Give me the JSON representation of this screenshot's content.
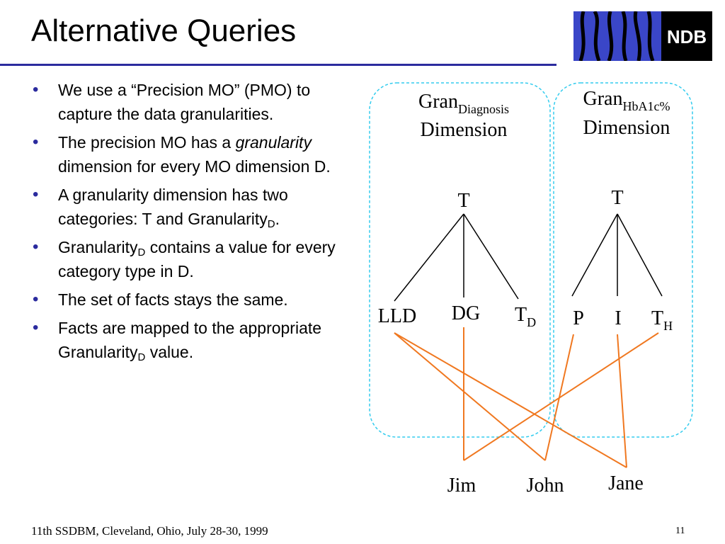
{
  "slide": {
    "title": "Alternative Queries",
    "footer": "11th SSDBM, Cleveland, Ohio, July 28-30, 1999",
    "page_number": "11"
  },
  "logo": {
    "text": "NDB"
  },
  "bullets": [
    {
      "text": "We use a “Precision MO” (PMO) to capture the data granularities."
    },
    {
      "pre": "The precision MO has a ",
      "em": "granularity",
      "post": " dimension for every MO dimension D."
    },
    {
      "pre": "A granularity dimension has two categories: T and Granularity",
      "sub": "D",
      "post": "."
    },
    {
      "pre": "Granularity",
      "sub": "D",
      "post": " contains a value for every category type in D."
    },
    {
      "text": "The set of facts stays the same."
    },
    {
      "pre": "Facts are mapped to the appropriate Granularity",
      "sub": "D",
      "post": " value."
    }
  ],
  "diagram": {
    "left_box": {
      "heading_base": "Gran",
      "heading_sub": "Diagnosis",
      "heading_line2": "Dimension",
      "root": "T",
      "leaves": [
        {
          "base": "LLD",
          "sub": ""
        },
        {
          "base": "DG",
          "sub": ""
        },
        {
          "base": "T",
          "sub": "D"
        }
      ]
    },
    "right_box": {
      "heading_base": "Gran",
      "heading_sub": "HbA1c%",
      "heading_line2": "Dimension",
      "root": "T",
      "leaves": [
        {
          "base": "P",
          "sub": ""
        },
        {
          "base": "I",
          "sub": ""
        },
        {
          "base": "T",
          "sub": "H"
        }
      ]
    },
    "facts": [
      "Jim",
      "John",
      "Jane"
    ],
    "mappings": [
      {
        "from": "LLD",
        "to": "John"
      },
      {
        "from": "LLD",
        "to": "Jane"
      },
      {
        "from": "DG",
        "to": "Jim"
      },
      {
        "from": "P",
        "to": "John"
      },
      {
        "from": "I",
        "to": "Jane"
      },
      {
        "from": "T_H",
        "to": "Jim"
      }
    ],
    "colors": {
      "box_border": "#33ccee",
      "tree_lines": "#000000",
      "mapping_lines": "#f07820"
    }
  },
  "colors": {
    "title_rule": "#2b2b9e",
    "bullet": "#2b2b9e",
    "logo_blue": "#3a46c8",
    "logo_text_bg": "#000000"
  }
}
